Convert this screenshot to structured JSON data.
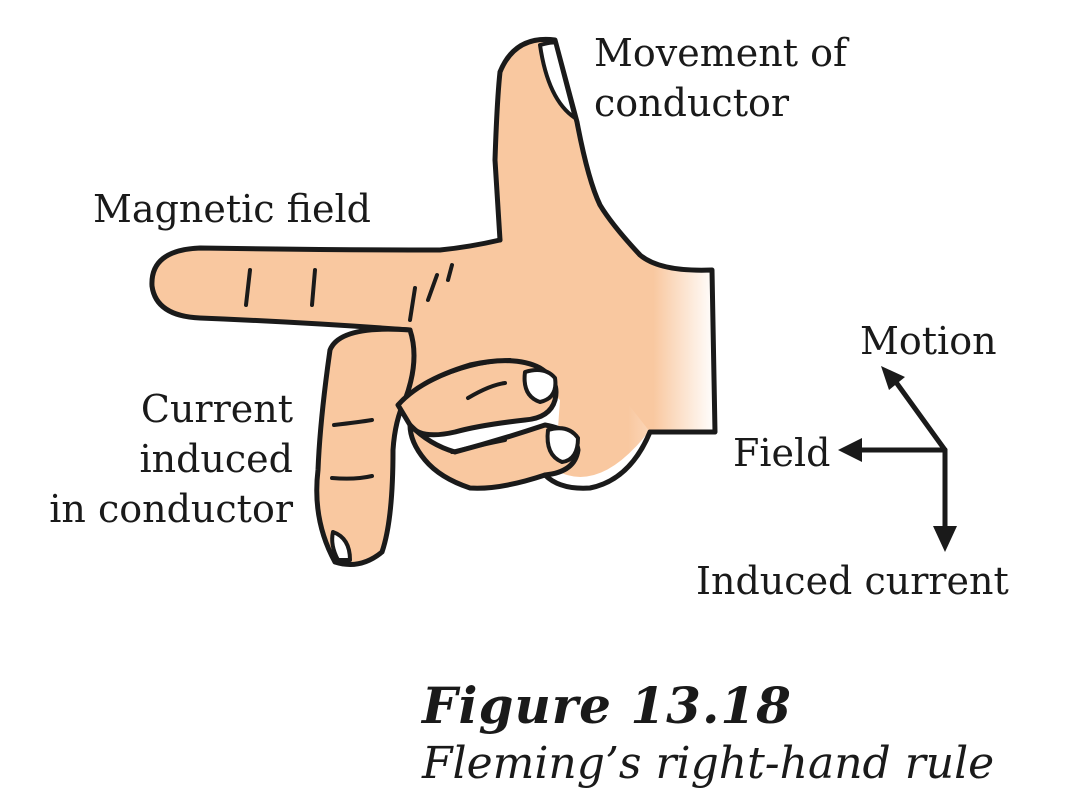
{
  "hand_labels": {
    "movement": [
      "Movement of",
      "conductor"
    ],
    "magnetic_field": "Magnetic field",
    "current": [
      "Current",
      "induced",
      "in conductor"
    ]
  },
  "axes_key": {
    "motion": "Motion",
    "field": "Field",
    "induced_current": "Induced current"
  },
  "caption": {
    "number": "Figure 13.18",
    "title": "Fleming’s right-hand rule"
  },
  "colors": {
    "skin": "#f9c8a0",
    "skin_fade": "#ffffff",
    "outline": "#1a1a1a",
    "nail": "#ffffff"
  }
}
